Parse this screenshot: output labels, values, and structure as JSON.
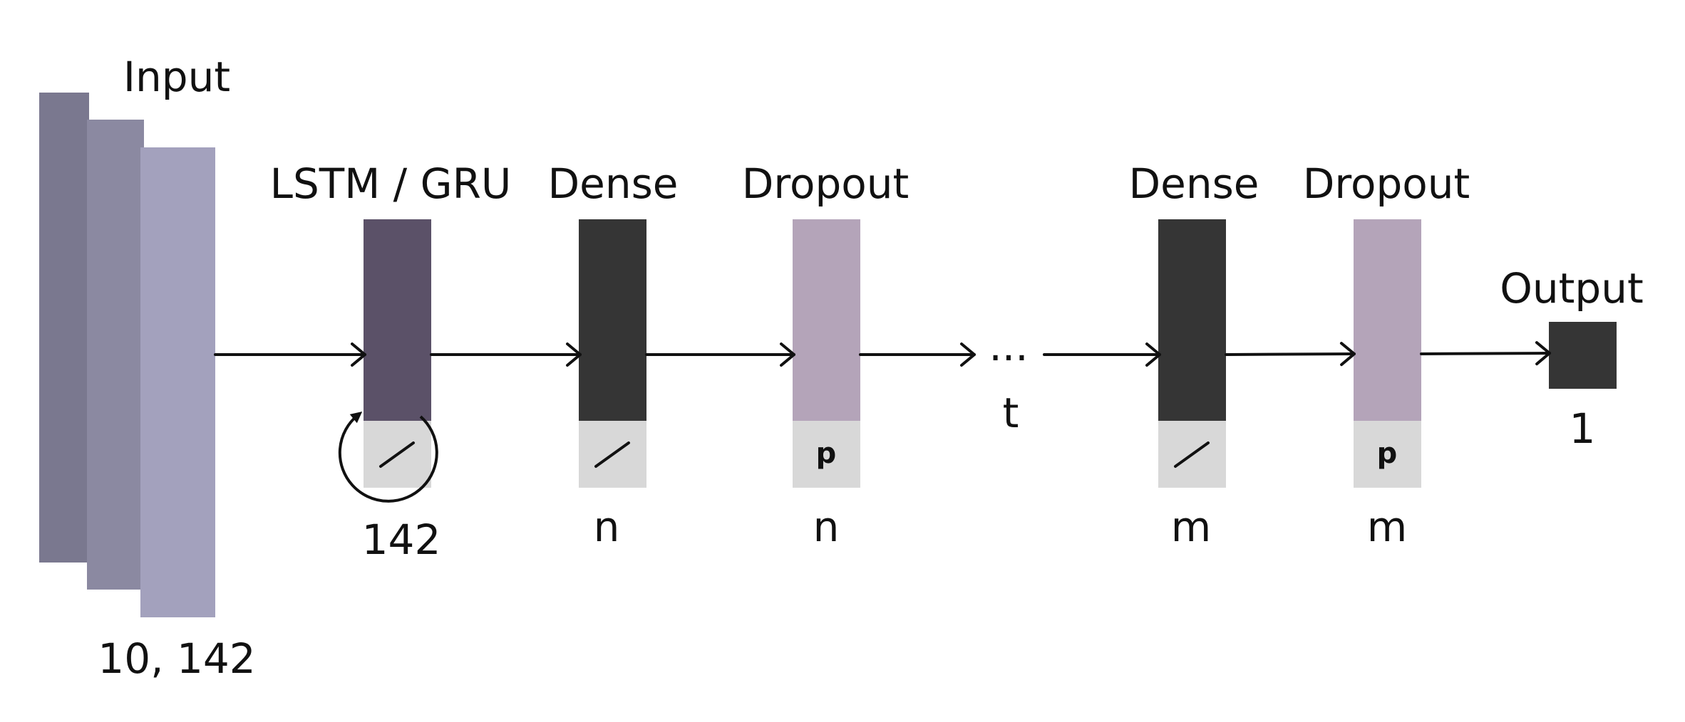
{
  "colors": {
    "input_back": "#7a788f",
    "input_mid": "#8b89a1",
    "input_front": "#a3a1bd",
    "lstm": "#5b5168",
    "dense": "#353535",
    "dropout": "#b4a4b9",
    "activation": "#d8d8d8",
    "output": "#353535"
  },
  "input": {
    "title": "Input",
    "shape": "10, 142"
  },
  "lstm": {
    "title": "LSTM / GRU",
    "units": "142",
    "activation_icon": "linear-activation-icon",
    "loop_icon": "recurrent-loop-arrow-icon"
  },
  "dense1": {
    "title": "Dense",
    "units": "n",
    "activation_icon": "linear-activation-icon"
  },
  "dropout1": {
    "title": "Dropout",
    "symbol": "p",
    "units": "n"
  },
  "repeat": {
    "ellipsis": "...",
    "count": "t"
  },
  "dense2": {
    "title": "Dense",
    "units": "m",
    "activation_icon": "linear-activation-icon"
  },
  "dropout2": {
    "title": "Dropout",
    "symbol": "p",
    "units": "m"
  },
  "output": {
    "title": "Output",
    "units": "1"
  }
}
